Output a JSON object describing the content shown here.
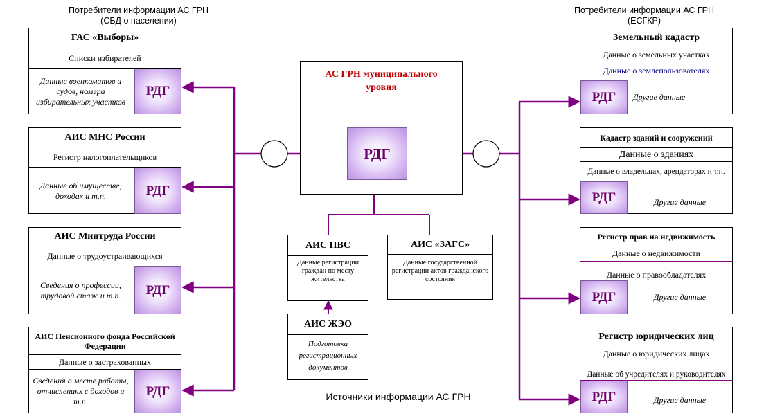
{
  "captions": {
    "left_line1": "Потребители  информации  АС ГРН",
    "left_line2": "(СБД о населении)",
    "right_line1": "Потребители  информации  АС ГРН",
    "right_line2": "(ЕСГКР)",
    "bottom": "Источники  информации  АС ГРН"
  },
  "rdg_label": "РДГ",
  "left_boxes": [
    {
      "title": "ГАС «Выборы»",
      "row": "Списки избирателей",
      "note": "Данные военкоматов и судов, номера избирательных участков"
    },
    {
      "title": "АИС МНС России",
      "row": "Регистр  налогоплательщиков",
      "note": "Данные об имуществе, доходах и т.п."
    },
    {
      "title": "АИС Минтруда России",
      "row": "Данные  о трудоустраивающихся",
      "note": "Сведения о профессии, трудовой стаж и т.п."
    },
    {
      "title": "АИС  Пенсионного  фонда Российской  Федерации",
      "row": "Данные  о застрахованных",
      "note": "Сведения о месте работы, отчислениях с доходов и т.п."
    }
  ],
  "right_boxes": [
    {
      "title": "Земельный кадастр",
      "row1": "Данные о земельных участках",
      "row2": "Данные  о землепользователях",
      "note": "Другие данные"
    },
    {
      "title": "Кадастр  зданий  и сооружений",
      "row1": "Данные о зданиях",
      "row2": "Данные о владельцах, арендаторах и т.п.",
      "note": "Другие данные"
    },
    {
      "title": "Регистр  прав  на  недвижимость",
      "row1": "Данные  о недвижимости",
      "row2": "Данные  о правообладателях",
      "note": "Другие данные"
    },
    {
      "title": "Регистр юридических  лиц",
      "row1": "Данные о юридических лицах",
      "row2": "Данные  об учредителях и руководителях",
      "note": "Другие данные"
    }
  ],
  "center": {
    "title": "АС ГРН  муниципального уровня"
  },
  "sources": {
    "pvs": {
      "title": "АИС ПВС",
      "text": "Данные регистрации граждан по месту жительства"
    },
    "zags": {
      "title": "АИС «ЗАГС»",
      "text": "Данные государственной регистрации актов гражданского состояния"
    },
    "zheo": {
      "title": "АИС ЖЭО",
      "text": "Подготовка регистрационных документов"
    }
  }
}
